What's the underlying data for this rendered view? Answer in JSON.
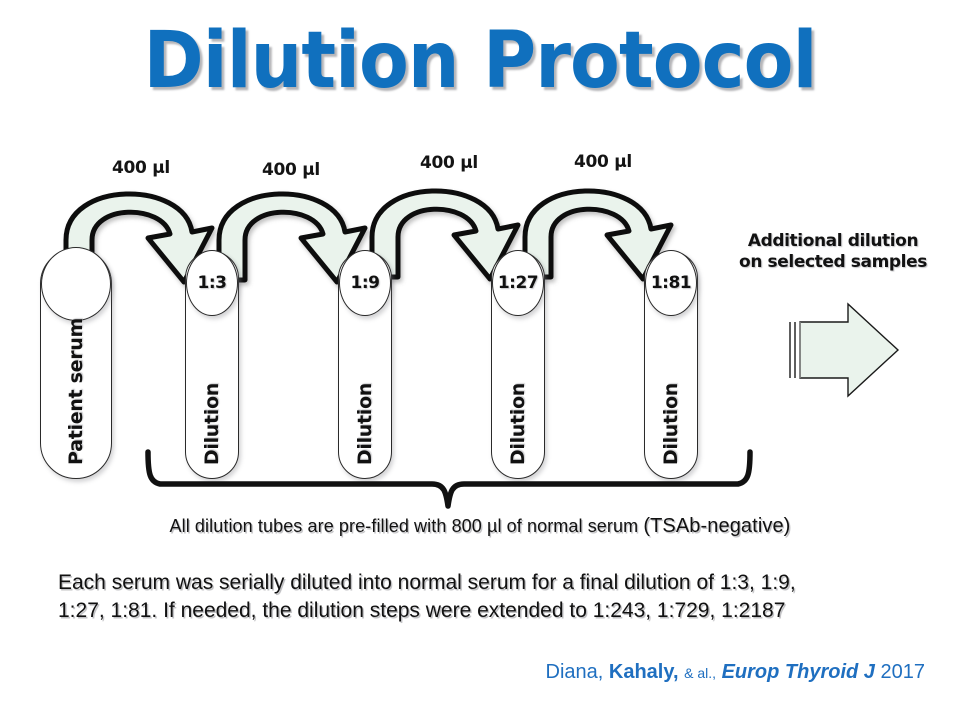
{
  "slide": {
    "title": "Dilution Protocol",
    "background_color": "#ffffff",
    "title_color": "#1070be"
  },
  "transfer_labels": [
    {
      "text": "400 µl"
    },
    {
      "text": "400 µl"
    },
    {
      "text": "400 µl"
    },
    {
      "text": "400 µl"
    }
  ],
  "tubes": [
    {
      "cap": "",
      "label": "Patient serum"
    },
    {
      "cap": "1:3",
      "label": "Dilution"
    },
    {
      "cap": "1:9",
      "label": "Dilution"
    },
    {
      "cap": "1:27",
      "label": "Dilution"
    },
    {
      "cap": "1:81",
      "label": "Dilution"
    }
  ],
  "additional": {
    "line1": "Additional dilution",
    "line2": "on selected samples",
    "arrow_fill": "#eaf3ec"
  },
  "brace_caption": {
    "text_before": "All dilution tubes are pre-filled with 800 µl of normal serum ",
    "text_tsab": "(TSAb-negative)"
  },
  "body": {
    "line1": "Each serum was serially diluted into normal serum for a final dilution of 1:3, 1:9,",
    "line2": "1:27, 1:81. If needed, the dilution steps were extended to 1:243, 1:729, 1:2187"
  },
  "citation": {
    "author1": "Diana,",
    "author2": "Kahaly,",
    "etal": "& al.,",
    "journal": "Europ Thyroid J",
    "year": "2017",
    "color": "#1f6fc0"
  },
  "style": {
    "arrow_fill": "#eaf3ec",
    "arrow_stroke": "#111111",
    "tube_stroke": "#2a2a2a"
  }
}
